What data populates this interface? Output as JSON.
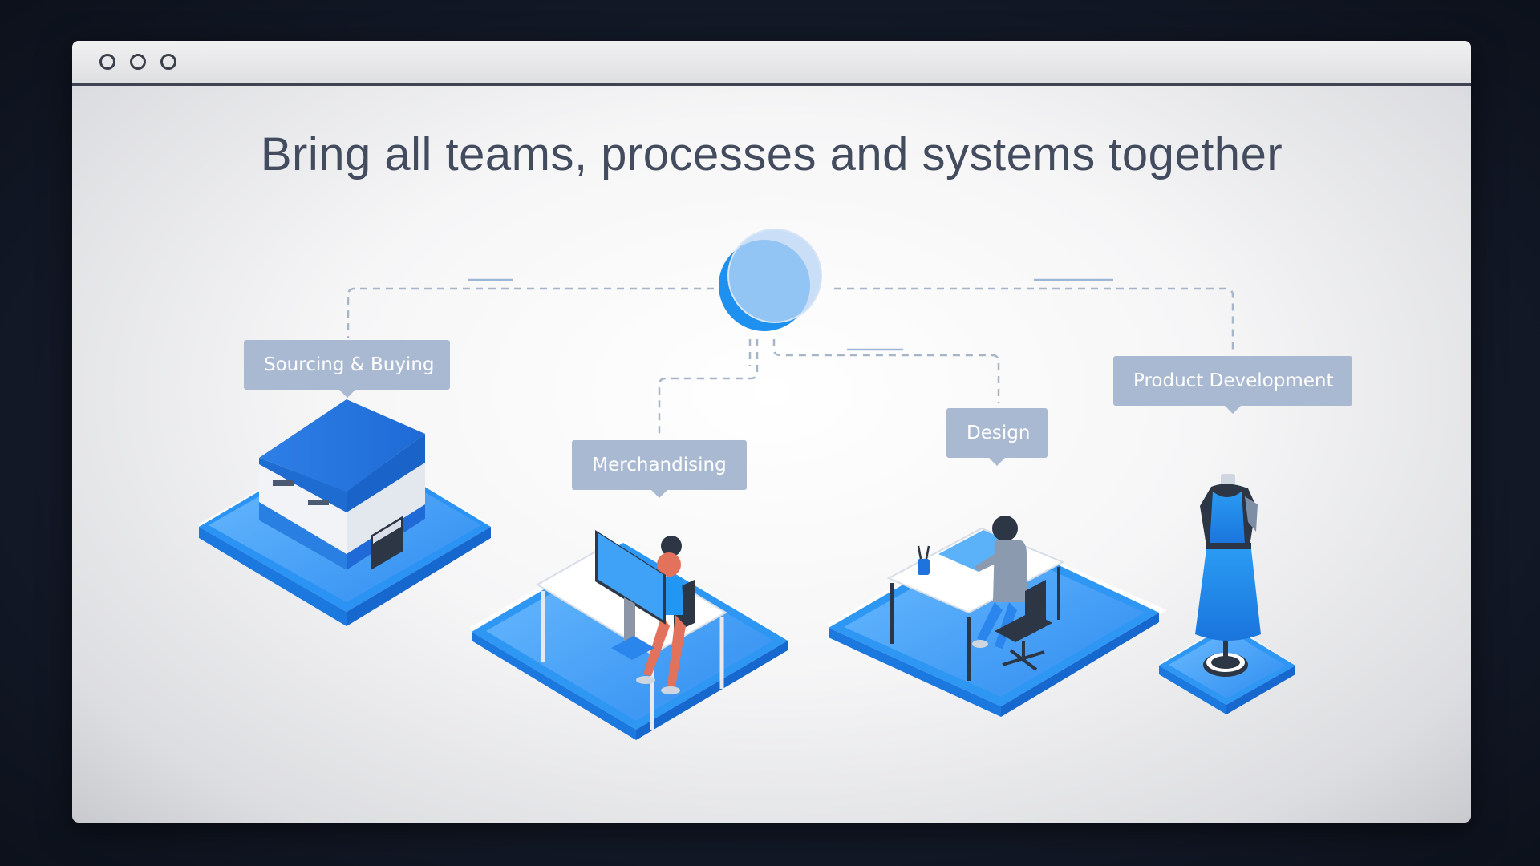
{
  "window": {
    "controls": [
      "window-dot",
      "window-dot",
      "window-dot"
    ]
  },
  "slide": {
    "title": "Bring all teams, processes and systems together"
  },
  "teams": [
    {
      "label": "Sourcing & Buying",
      "icon": "warehouse-icon"
    },
    {
      "label": "Merchandising",
      "icon": "computer-desk-icon"
    },
    {
      "label": "Design",
      "icon": "design-desk-icon"
    },
    {
      "label": "Product Development",
      "icon": "dress-mannequin-icon"
    }
  ],
  "colors": {
    "label_bg": "#a9b9d2",
    "title_text": "#434c5e",
    "accent_blue": "#2196f3",
    "connector": "#a7b5c9"
  }
}
